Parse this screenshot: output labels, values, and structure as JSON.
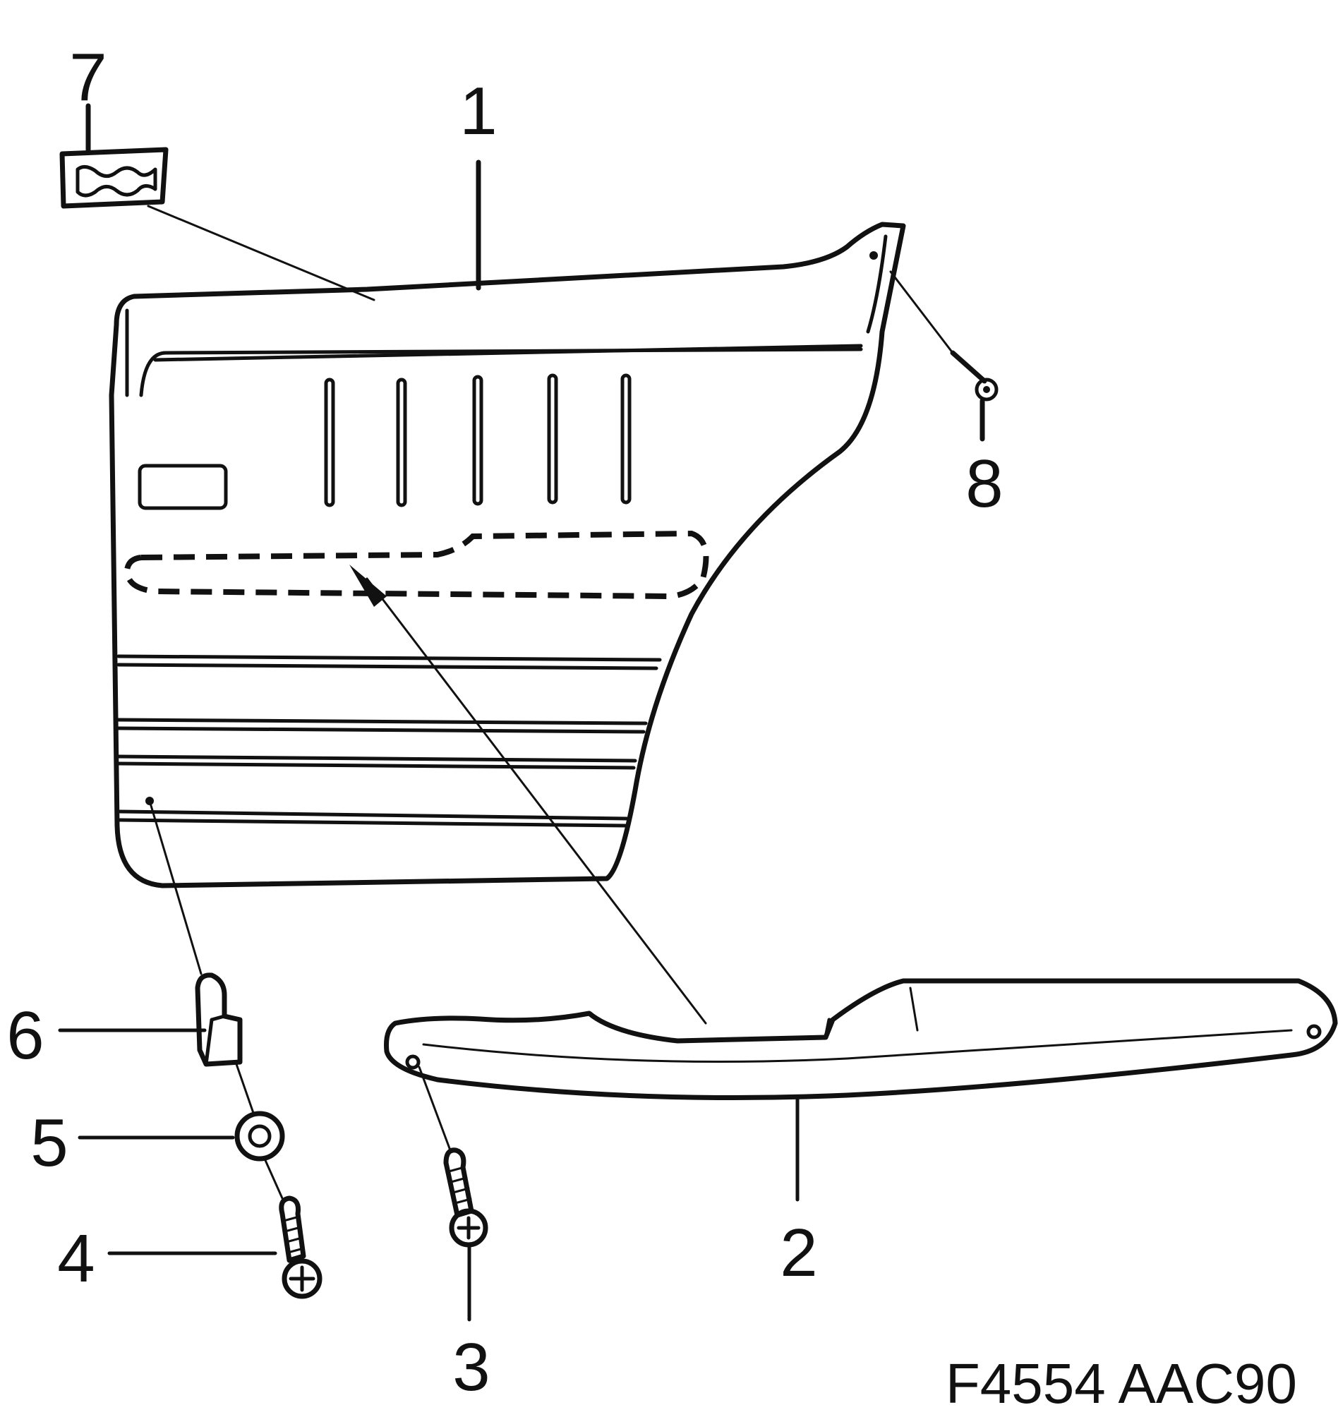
{
  "callouts": {
    "c1": "1",
    "c2": "2",
    "c3": "3",
    "c4": "4",
    "c5": "5",
    "c6": "6",
    "c7": "7",
    "c8": "8"
  },
  "figure_code": "F4554 AAC90"
}
